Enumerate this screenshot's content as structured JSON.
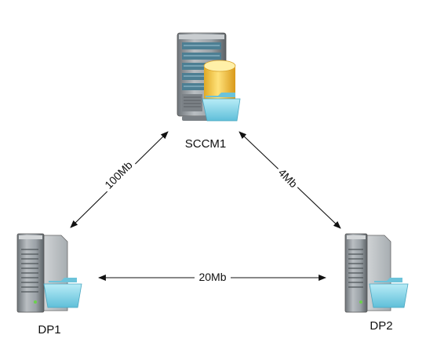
{
  "nodes": {
    "sccm1": {
      "label": "SCCM1",
      "icon": "server-with-database-and-folder-icon"
    },
    "dp1": {
      "label": "DP1",
      "icon": "server-with-folder-icon"
    },
    "dp2": {
      "label": "DP2",
      "icon": "server-with-folder-icon"
    }
  },
  "links": {
    "sccm1_dp1": {
      "label": "100Mb"
    },
    "sccm1_dp2": {
      "label": "4Mb"
    },
    "dp1_dp2": {
      "label": "20Mb"
    }
  },
  "colors": {
    "server_body": "#9aa1a6",
    "server_bay": "#5f8fa3",
    "database": "#f2c94c",
    "folder": "#7fd0e6",
    "line": "#111111"
  }
}
